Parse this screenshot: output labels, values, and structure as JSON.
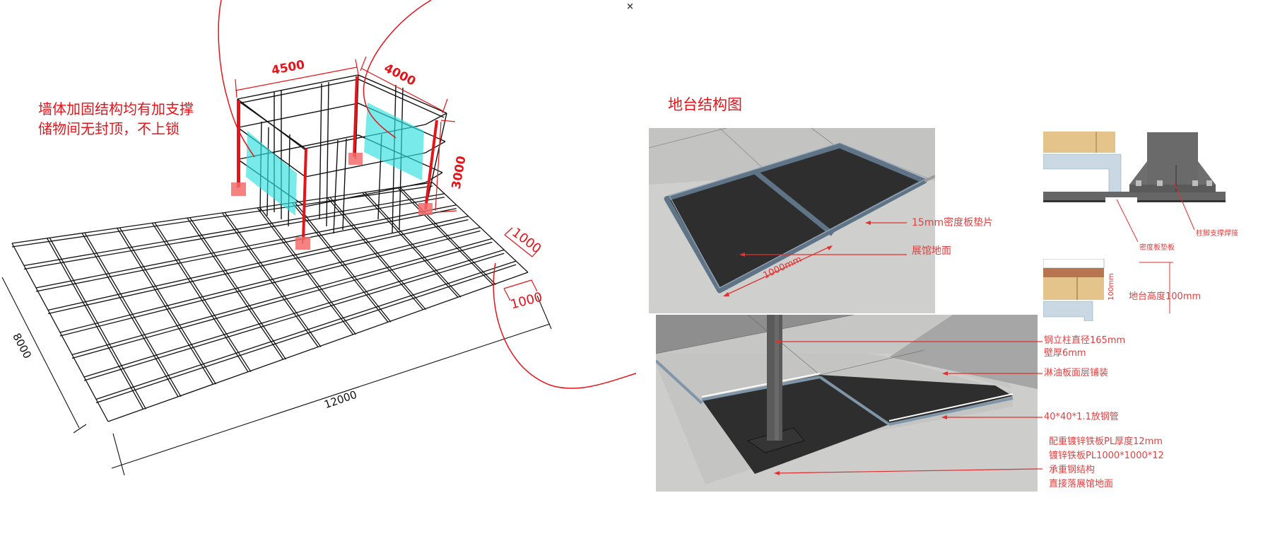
{
  "close_button": {
    "icon": "close-icon",
    "glyph": "×"
  },
  "left_drawing": {
    "notes": [
      "墙体加固结构均有加支撑",
      "储物间无封顶，不上锁"
    ],
    "dimensions": {
      "storage_width": "4500",
      "storage_depth": "4000",
      "storage_height": "3000",
      "cell_a": "1000",
      "cell_b": "1000",
      "floor_depth": "8000",
      "floor_width": "12000"
    },
    "grid": {
      "cols": 12,
      "rows": 8
    },
    "colors": {
      "line": "#111111",
      "annotation": "#e4141b",
      "glass": "#3fe0e0",
      "base": "#f36b6b"
    }
  },
  "right_panel": {
    "title": "地台结构图",
    "frame_photo": {
      "dim_label": "1000mm",
      "callouts": [
        "15mm密度板垫片",
        "展馆地面"
      ]
    },
    "detail_photo_top": {
      "callouts": [
        "密度板垫板",
        "柱脚支撑焊接"
      ]
    },
    "detail_photo_height": {
      "dim_vertical": "100mm",
      "callout": "地台高度100mm"
    },
    "column_photo": {
      "callouts": [
        {
          "line1": "钢立柱直径165mm",
          "line2": "壁厚6mm"
        },
        {
          "line1": "淋油板面层铺装"
        },
        {
          "line1": "40*40*1.1放钢管"
        },
        {
          "line1": "配重镀锌铁板PL厚度12mm",
          "line2": "镀锌铁板PL1000*1000*12",
          "line3": "承重钢结构",
          "line4": "直接落展馆地面"
        }
      ]
    },
    "colors": {
      "floor_dark": "#2e2e2e",
      "frame": "#5f7486",
      "tile": "#c9c9c7",
      "steel": "#555555",
      "osb": "#e4c48a"
    }
  }
}
